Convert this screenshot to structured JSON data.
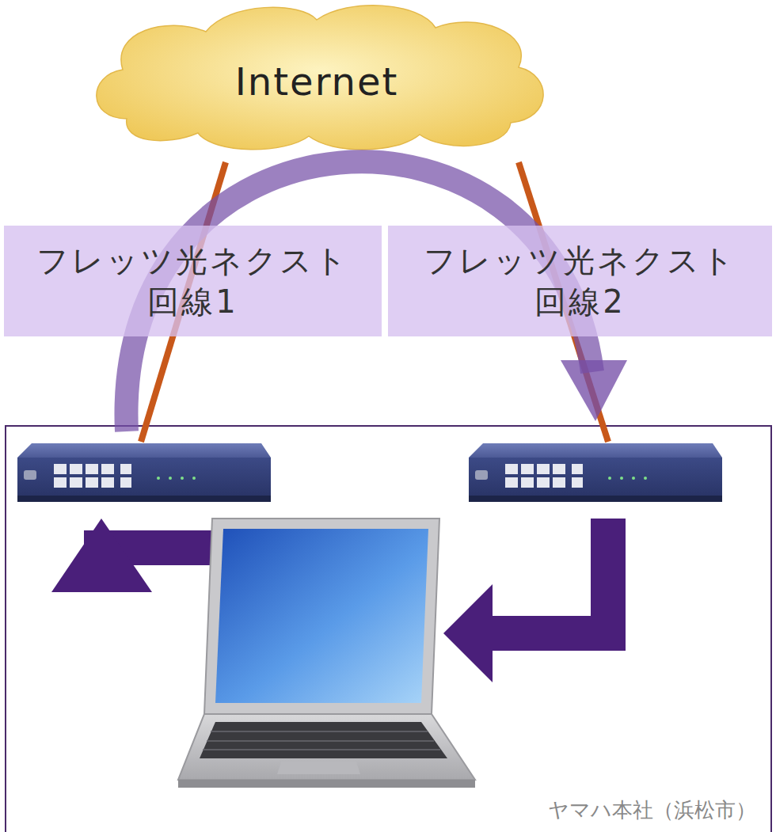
{
  "diagram": {
    "nodes": [
      {
        "text": [
          "Internet"
        ]
      },
      {
        "text": [
          "フレッツ光ネクスト 回線1"
        ]
      },
      {
        "text": [
          "フレッツ光ネクスト 回線2"
        ]
      },
      {
        "text": [
          "ヤマハ本社（浜松市）"
        ]
      }
    ]
  }
}
